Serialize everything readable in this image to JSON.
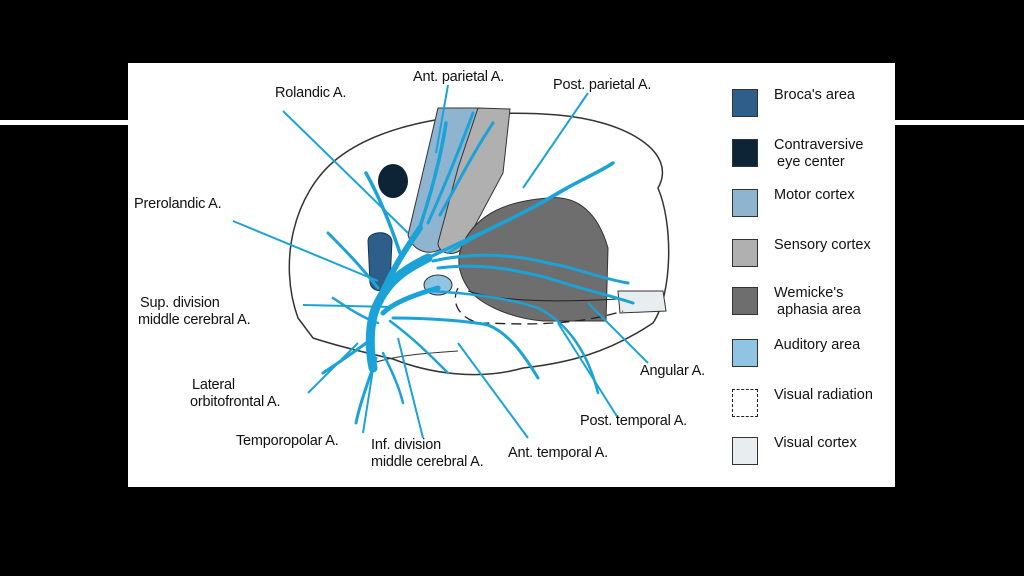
{
  "labels": {
    "rolandic": "Rolandic A.",
    "ant_parietal": "Ant. parietal A.",
    "post_parietal": "Post. parietal A.",
    "prerolandic": "Prerolandic A.",
    "sup_division_1": "Sup. division",
    "sup_division_2": "middle cerebral A.",
    "lateral_orbitofrontal_1": "Lateral",
    "lateral_orbitofrontal_2": "orbitofrontal A.",
    "temporopolar": "Temporopolar A.",
    "inf_division_1": "Inf. division",
    "inf_division_2": "middle cerebral A.",
    "ant_temporal": "Ant. temporal A.",
    "post_temporal": "Post. temporal A.",
    "angular": "Angular A."
  },
  "legend": [
    {
      "label": "Broca's area",
      "color": "#2e5f8a"
    },
    {
      "label": "Contraversive",
      "label2": "eye center",
      "color": "#0d2436"
    },
    {
      "label": "Motor cortex",
      "color": "#8fb4cf"
    },
    {
      "label": "Sensory cortex",
      "color": "#b0b0b0"
    },
    {
      "label": "Wemicke's",
      "label2": "aphasia area",
      "color": "#6e6e6e"
    },
    {
      "label": "Auditory area",
      "color": "#8fc4e2"
    },
    {
      "label": "Visual radiation",
      "color": "#ffffff",
      "dashed": true
    },
    {
      "label": "Visual cortex",
      "color": "#e8eef0"
    }
  ],
  "colors": {
    "artery": "#1ba3d8",
    "background": "#000000",
    "panel": "#ffffff"
  }
}
